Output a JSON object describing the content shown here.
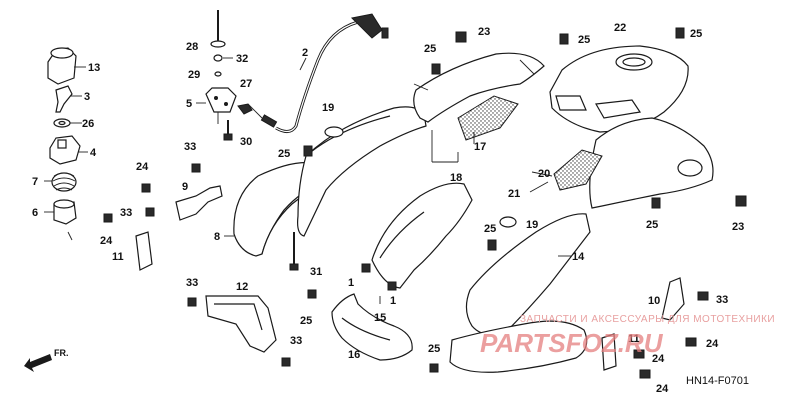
{
  "diagram": {
    "code": "HN14-F0701",
    "front_marker": "FR.",
    "watermark": {
      "tagline": "ЗАПЧАСТИ И АКСЕССУАРЫ ДЛЯ МОТОТЕХНИКИ",
      "brand": "PARTSFOZ.RU"
    },
    "callouts": {
      "c1a": "1",
      "c1b": "1",
      "c2": "2",
      "c3": "3",
      "c4": "4",
      "c5": "5",
      "c6": "6",
      "c7": "7",
      "c8": "8",
      "c9": "9",
      "c10": "10",
      "c11a": "11",
      "c11b": "11",
      "c12": "12",
      "c13": "13",
      "c14": "14",
      "c15": "15",
      "c16": "16",
      "c17": "17",
      "c18": "18",
      "c19a": "19",
      "c19b": "19",
      "c20": "20",
      "c21": "21",
      "c22": "22",
      "c23a": "23",
      "c23b": "23",
      "c24a": "24",
      "c24b": "24",
      "c24c": "24",
      "c24d": "24",
      "c25a": "25",
      "c25b": "25",
      "c25c": "25",
      "c25d": "25",
      "c25e": "25",
      "c25f": "25",
      "c25g": "25",
      "c26": "26",
      "c27": "27",
      "c28": "28",
      "c29": "29",
      "c30": "30",
      "c31": "31",
      "c32": "32",
      "c33a": "33",
      "c33b": "33",
      "c33c": "33",
      "c33d": "33",
      "c33e": "33"
    }
  }
}
